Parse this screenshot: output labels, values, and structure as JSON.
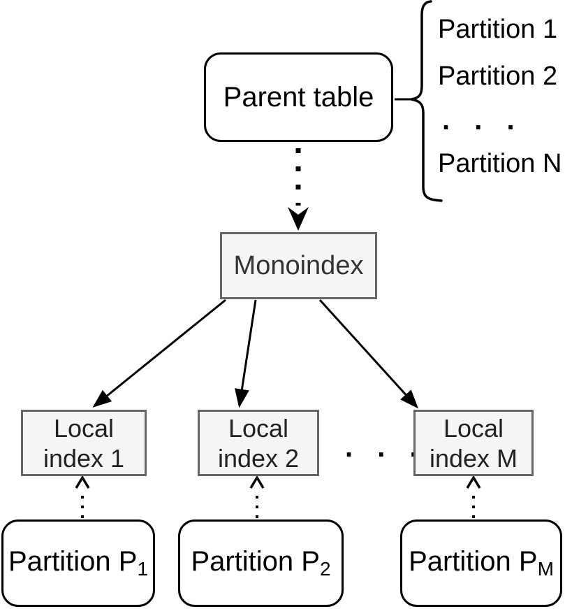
{
  "diagram": {
    "parent_table": {
      "label": "Parent table"
    },
    "partition_list": {
      "items": [
        "Partition 1",
        "Partition 2",
        "Partition N"
      ],
      "ellipsis": ". . ."
    },
    "monoindex": {
      "label": "Monoindex"
    },
    "local_indexes": [
      {
        "line1": "Local",
        "line2": "index 1"
      },
      {
        "line1": "Local",
        "line2": "index 2"
      },
      {
        "line1": "Local",
        "line2": "index M"
      }
    ],
    "local_ellipsis": ". . .",
    "partitions": [
      {
        "base": "Partition P",
        "sub": "1"
      },
      {
        "base": "Partition P",
        "sub": "2"
      },
      {
        "base": "Partition P",
        "sub": "M"
      }
    ],
    "colors": {
      "background": "#ffffff",
      "index_box_fill": "#f5f5f6",
      "index_box_border": "#666666",
      "rounded_box_border": "#000000",
      "index_text": "#333333",
      "text": "#000000"
    }
  }
}
